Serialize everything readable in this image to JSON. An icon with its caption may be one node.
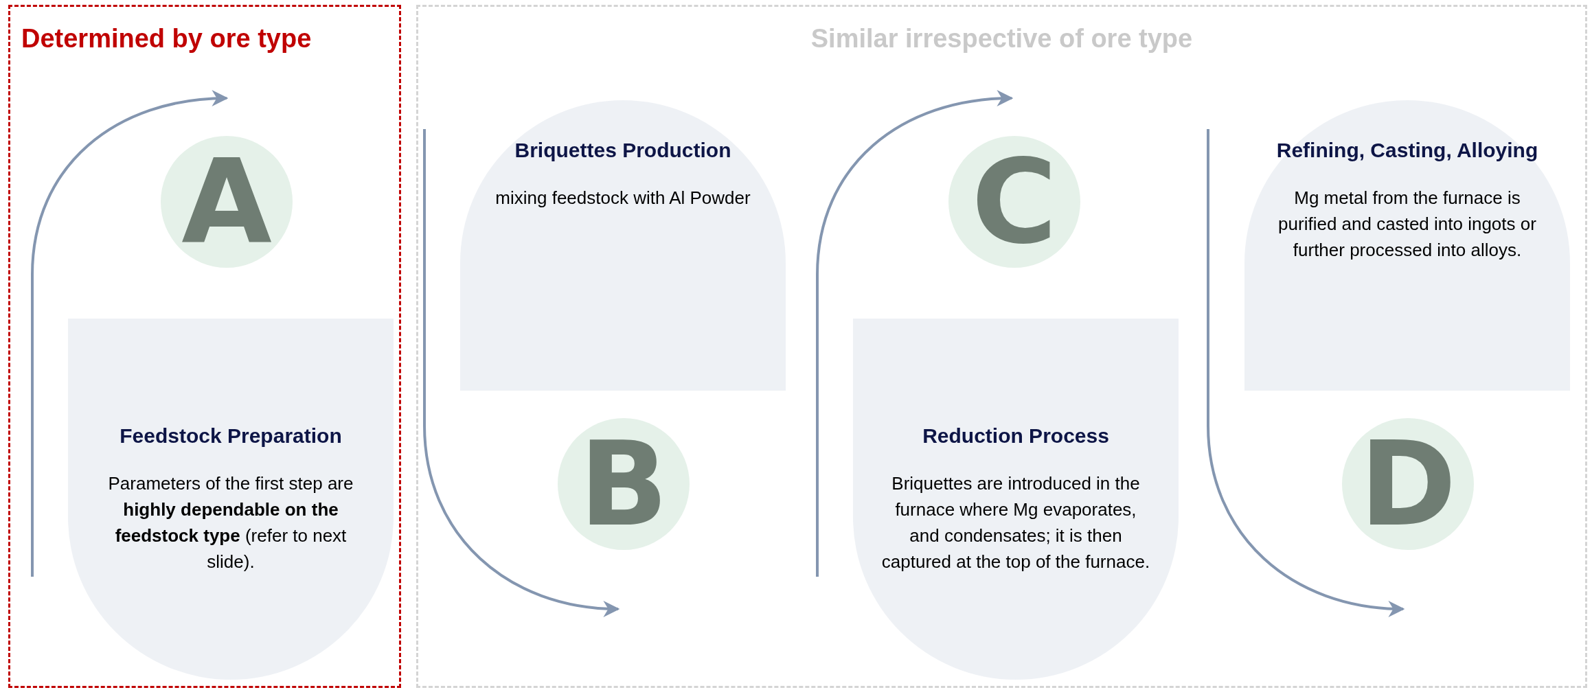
{
  "diagram": {
    "nodes": [
      {
        "text": [
          "Determined by ore type"
        ]
      },
      {
        "text": [
          "A"
        ],
        "in": 0
      },
      {
        "text": [
          "Feedstock Preparation",
          "Parameters of the first step are **highly dependable on the feedstock type** (refer to next slide)."
        ],
        "in": 0
      },
      {
        "text": [
          "Similar irrespective of ore type"
        ]
      },
      {
        "text": [
          "Briquettes Production",
          "mixing feedstock with Al Powder"
        ],
        "in": 3
      },
      {
        "text": [
          "B"
        ],
        "in": 3
      },
      {
        "text": [
          "C"
        ],
        "in": 3
      },
      {
        "text": [
          "Reduction Process",
          "Briquettes are introduced in the furnace where Mg evaporates, and condensates; it is then captured at the top of the furnace."
        ],
        "in": 3
      },
      {
        "text": [
          "Refining, Casting, Alloying",
          "Mg metal from the furnace is purified and casted into ingots or further processed into alloys."
        ],
        "in": 3
      },
      {
        "text": [
          "D"
        ],
        "in": 3
      }
    ]
  }
}
